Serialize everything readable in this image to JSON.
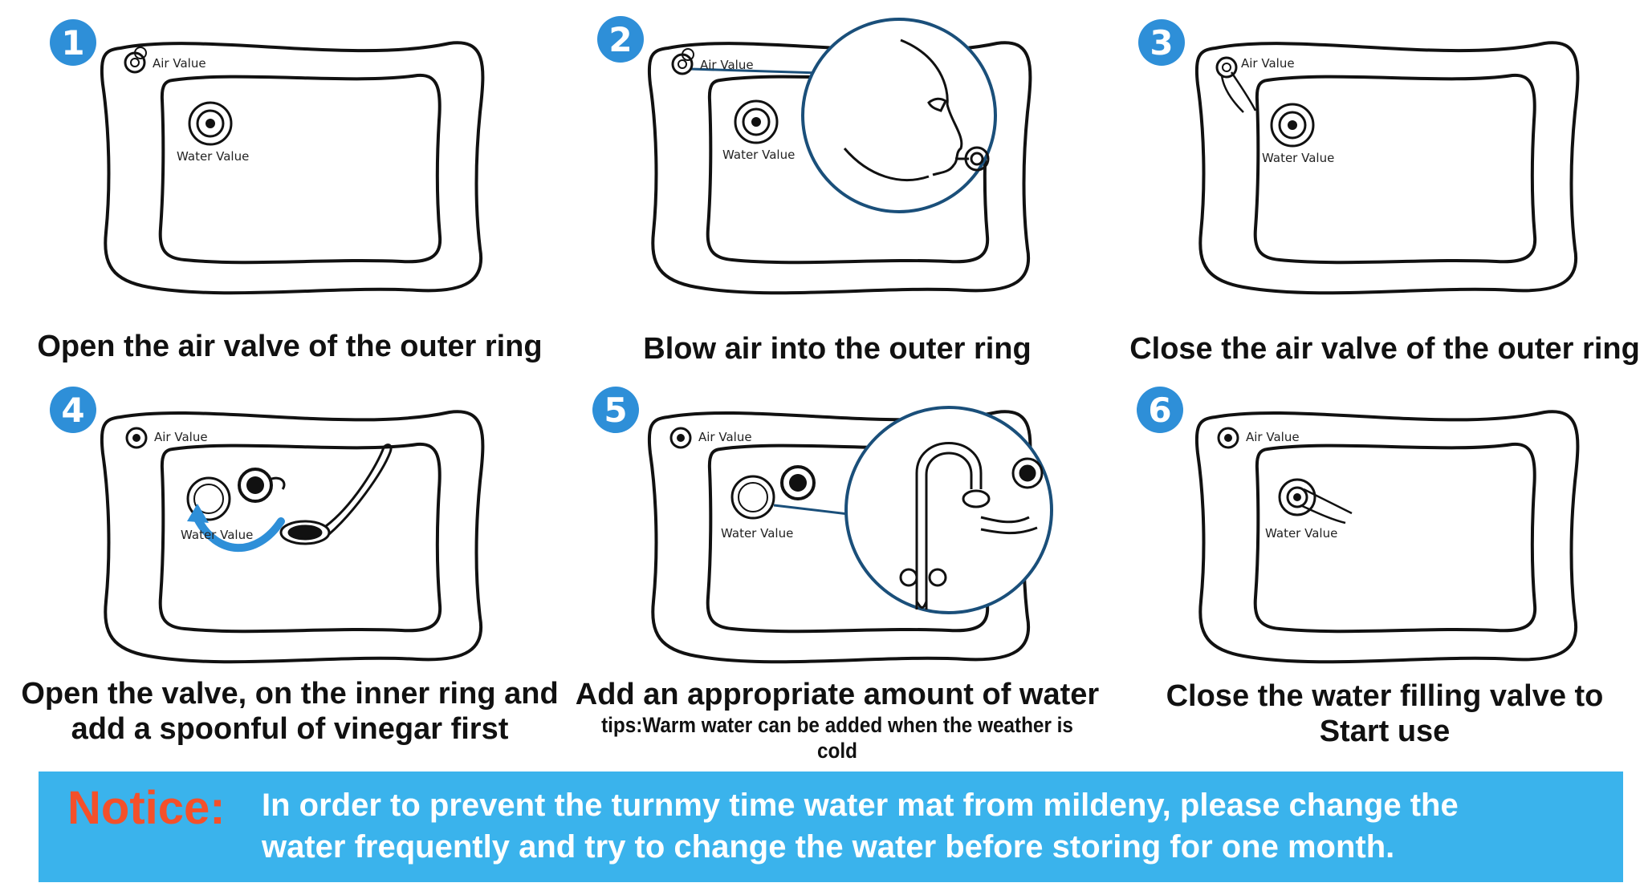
{
  "steps": [
    {
      "number": "1",
      "caption": "Open the air valve of the outer ring",
      "air_label": "Air Value",
      "water_label": "Water Value"
    },
    {
      "number": "2",
      "caption": "Blow air into the outer ring",
      "air_label": "Air Value",
      "water_label": "Water Value"
    },
    {
      "number": "3",
      "caption": "Close the air valve of the outer ring",
      "air_label": "Air Value",
      "water_label": "Water Value"
    },
    {
      "number": "4",
      "caption_line1": "Open the valve, on the inner ring and",
      "caption_line2": "add a spoonful of vinegar first",
      "air_label": "Air Value",
      "water_label": "Water Value"
    },
    {
      "number": "5",
      "caption": "Add an appropriate amount of water",
      "tips": "tips:Warm water can be added when the weather is cold",
      "air_label": "Air Value",
      "water_label": "Water Value"
    },
    {
      "number": "6",
      "caption_line1": "Close the water filling valve to",
      "caption_line2": "Start use",
      "air_label": "Air Value",
      "water_label": "Water Value"
    }
  ],
  "notice": {
    "title": "Notice:",
    "line1": "In order to prevent the turnmy time water mat from mildeny, please change the",
    "line2": "water frequently and try to change the water before storing for one month."
  },
  "colors": {
    "badge": "#2e8fd8",
    "notice_bg": "#3ab3ec",
    "notice_title": "#f4502a",
    "arrow": "#2e8fd8"
  }
}
